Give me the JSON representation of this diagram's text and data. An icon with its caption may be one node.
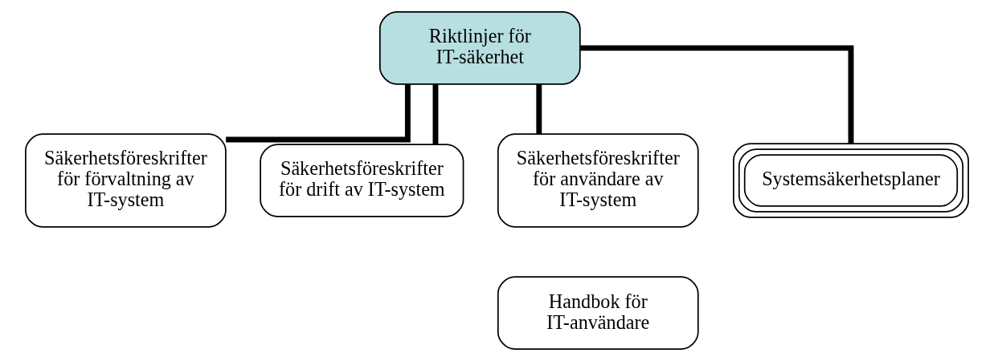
{
  "diagram": {
    "nodes": [
      {
        "text": [
          "Riktlinjer för IT-säkerhet"
        ]
      },
      {
        "text": [
          "Säkerhetsföreskrifter för förvaltning av IT-system"
        ]
      },
      {
        "text": [
          "Säkerhetsföreskrifter för drift av IT-system"
        ]
      },
      {
        "text": [
          "Säkerhetsföreskrifter för användare av IT-system"
        ]
      },
      {
        "text": [
          "Systemsäkerhetsplaner"
        ]
      },
      {
        "text": [
          "Handbok för IT-användare"
        ]
      }
    ],
    "edges": [
      {
        "from": 0,
        "to": 1,
        "arrow": "none"
      },
      {
        "from": 0,
        "to": 2,
        "arrow": "none"
      },
      {
        "from": 0,
        "to": 3,
        "arrow": "none"
      },
      {
        "from": 0,
        "to": 4,
        "arrow": "none"
      }
    ]
  }
}
